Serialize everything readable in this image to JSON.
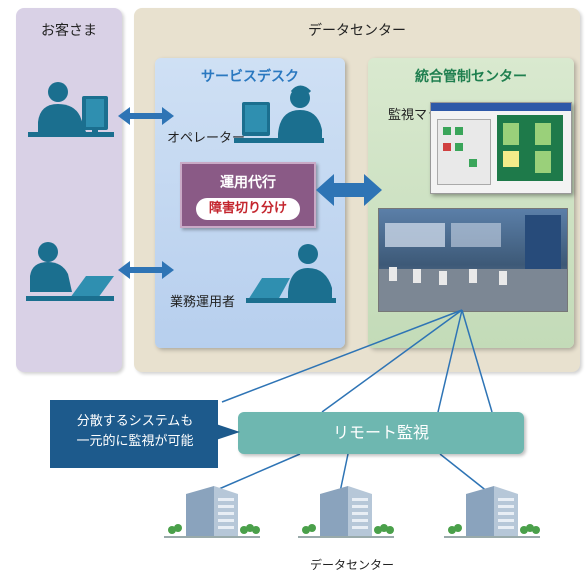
{
  "customer": {
    "title": "お客さま"
  },
  "datacenter": {
    "title": "データセンター"
  },
  "service_desk": {
    "title": "サービスデスク",
    "operator_label": "オペレーター",
    "ops_label": "業務運用者",
    "unyou_daikou": "運用代行",
    "shougai": "障害切り分け"
  },
  "control_center": {
    "title": "統合管制センター",
    "map_label": "監視マップ"
  },
  "remote": {
    "label": "リモート監視"
  },
  "callout": {
    "line1": "分散するシステムも",
    "line2": "一元的に監視が可能"
  },
  "footer": {
    "label": "データセンター"
  },
  "colors": {
    "customer_panel": "#d9d1e6",
    "datacenter_panel": "#e8e1cf",
    "service_desk_panel": "#c3d7f0",
    "control_center_panel": "#cde2c2",
    "arrow": "#2e74b5",
    "person": "#1b6f8f",
    "unyou_box": "#8a5a86",
    "remote_box": "#6eb7b0",
    "callout_box": "#1d5a8c"
  }
}
